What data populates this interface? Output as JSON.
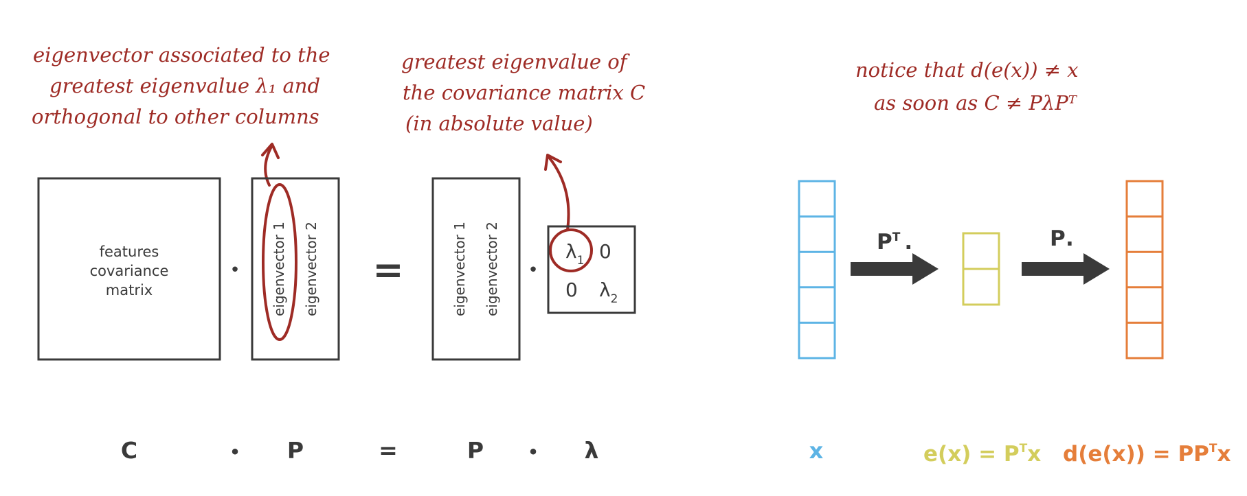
{
  "colors": {
    "ink": "#3a3a3a",
    "annotation": "#9e2b25",
    "x_blue": "#5db4e5",
    "e_yellow": "#d3cd5c",
    "d_orange": "#e57e3a"
  },
  "annotations": {
    "eigenvector": [
      "eigenvector associated to the",
      "greatest eigenvalue λ₁ and",
      "orthogonal to other columns"
    ],
    "eigenvalue": [
      "greatest eigenvalue of",
      "the covariance matrix C",
      "(in absolute value)"
    ],
    "notice": [
      "notice that  d(e(x)) ≠ x",
      "as soon as  C ≠ PλPᵀ"
    ]
  },
  "matrices": {
    "cov": [
      "features",
      "covariance",
      "matrix"
    ],
    "p1": [
      "eigenvector 1",
      "eigenvector 2"
    ],
    "p2": [
      "eigenvector 1",
      "eigenvector 2"
    ],
    "lambda": {
      "a": "λ",
      "a_sub": "1",
      "b": "0",
      "c": "0",
      "d": "λ",
      "d_sub": "2"
    }
  },
  "operators": {
    "dot": "•",
    "equals": "="
  },
  "bottom": {
    "C": "C",
    "dot1": "•",
    "P1": "P",
    "eq": "=",
    "P2": "P",
    "dot2": "•",
    "lambda": "λ"
  },
  "flow": {
    "arrow1": {
      "base": "P",
      "sup": "T",
      "dot": "."
    },
    "arrow2": {
      "base": "P",
      "dot": "."
    },
    "x_label": "x",
    "e_label": {
      "pre": "e(x) = P",
      "sup": "T",
      "post": "x"
    },
    "d_label": {
      "pre": "d(e(x)) = PP",
      "sup": "T",
      "post": "x"
    }
  }
}
